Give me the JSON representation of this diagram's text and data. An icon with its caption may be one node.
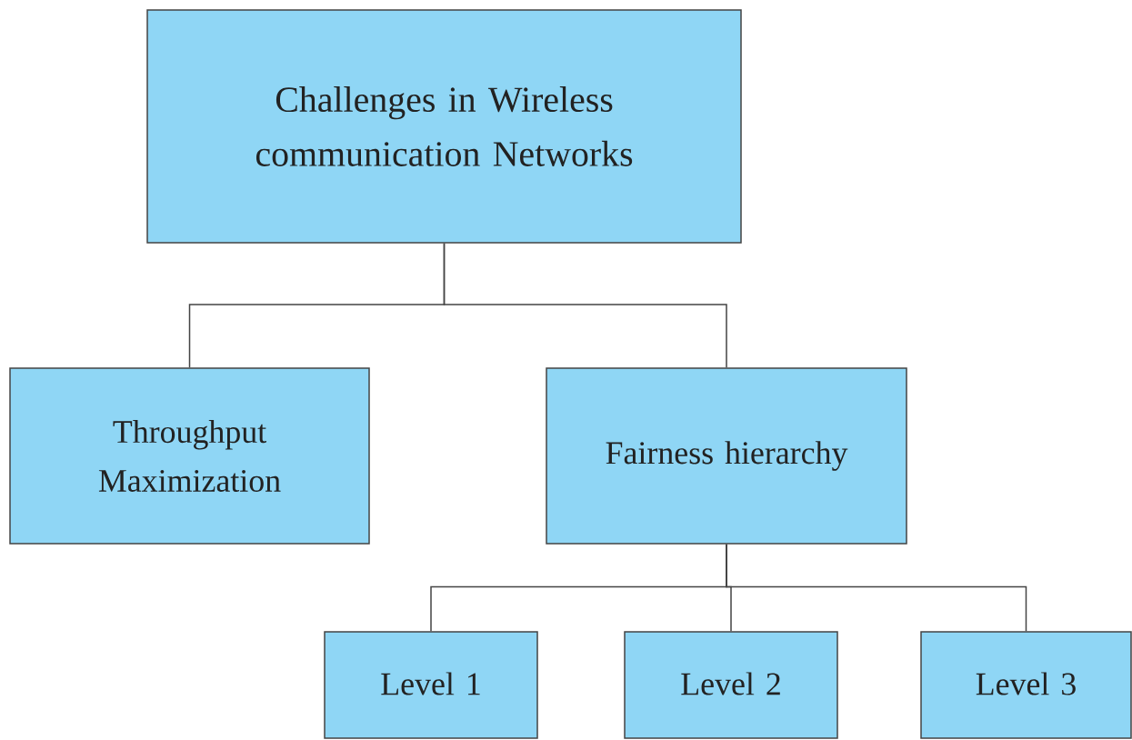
{
  "diagram": {
    "nodes": [
      {
        "text": [
          "Challenges in Wireless communication Networks"
        ]
      },
      {
        "text": [
          "Throughput Maximization"
        ]
      },
      {
        "text": [
          "Fairness hierarchy"
        ]
      },
      {
        "text": [
          "Level 1"
        ]
      },
      {
        "text": [
          "Level 2"
        ]
      },
      {
        "text": [
          "Level 3"
        ]
      }
    ],
    "edges": [
      {
        "from": 0,
        "to": 1,
        "arrow": "none"
      },
      {
        "from": 0,
        "to": 2,
        "arrow": "none"
      },
      {
        "from": 2,
        "to": 3,
        "arrow": "none"
      },
      {
        "from": 2,
        "to": 4,
        "arrow": "none"
      },
      {
        "from": 2,
        "to": 5,
        "arrow": "none"
      }
    ]
  }
}
